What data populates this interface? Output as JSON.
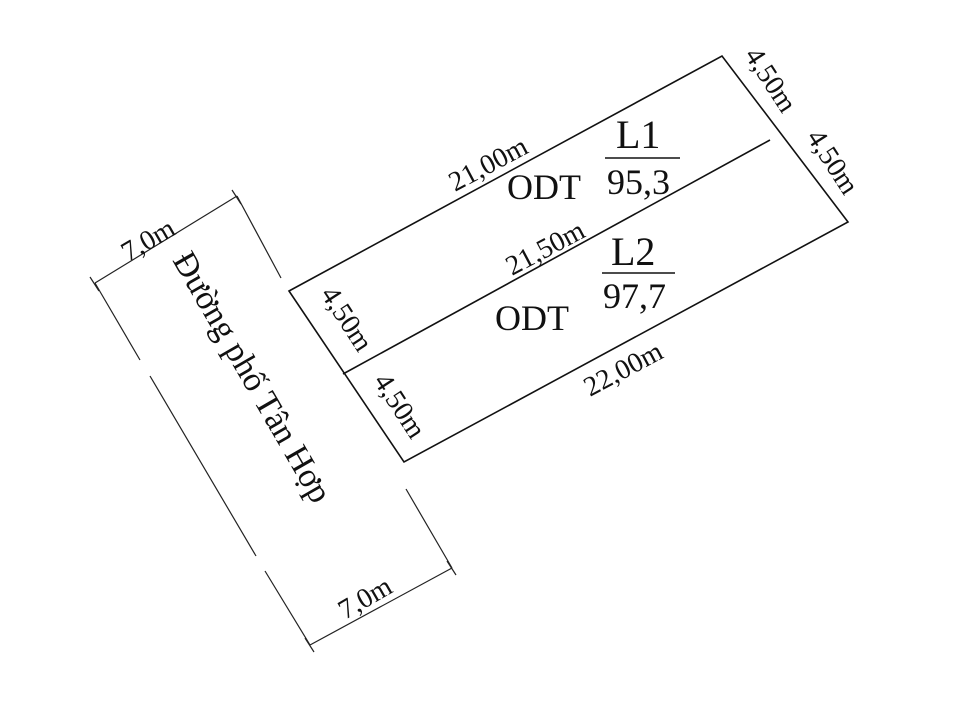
{
  "road": {
    "name": "Đường phố Tân Hợp",
    "width_top": "7,0m",
    "width_bottom": "7,0m"
  },
  "plots": [
    {
      "id": "L1",
      "land_type": "ODT",
      "area": "95,3",
      "front_edge": "4,50m",
      "back_edge": "4,50m",
      "top_edge": "21,00m"
    },
    {
      "id": "L2",
      "land_type": "ODT",
      "area": "97,7",
      "front_edge": "4,50m",
      "back_edge": "4,50m",
      "bottom_edge": "22,00m"
    }
  ],
  "shared_edge": "21,50m",
  "colors": {
    "line": "#111111",
    "background": "#ffffff"
  }
}
